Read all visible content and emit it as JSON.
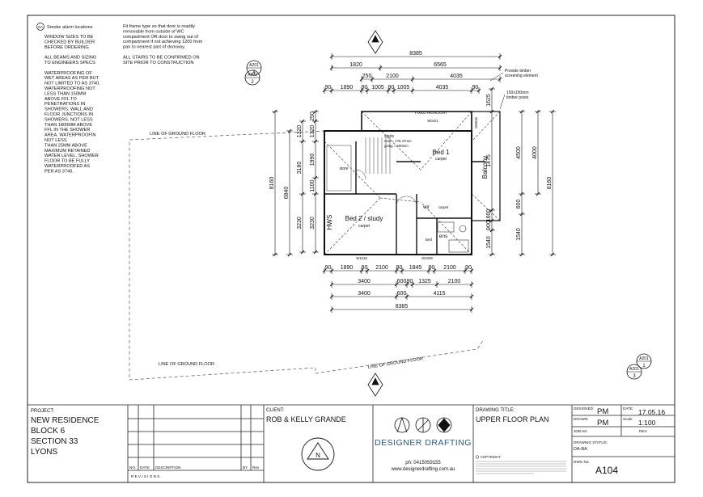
{
  "notes": {
    "smoke_alarm": "Smoke alarm locations",
    "smoke_symbol": "SA",
    "left_lines": [
      "WINDOW SIZES TO BE",
      "CHECKED BY BUILDER",
      "BEFORE ORDERING",
      "",
      "ALL BEAMS AND SIZING",
      "TO ENGINEERS SPECS",
      "",
      "WATERPROOFING OF",
      "WET AREAS AS PER BUT",
      "NOT LIMITED TO AS 3740.",
      "WATERPROOFING NOT",
      "LESS THAN 150MM",
      "ABOVE FFL TO",
      "PENETRATIONS IN",
      "SHOWERS. WALL AND",
      "FLOOR JUNCTIONS IN",
      "SHOWERS. NOT LESS",
      "THAN 1800MM ABOVE",
      "FFL IN THE SHOWER",
      "AREA. WATERPROOFIN",
      "NOT LESS",
      "THAN 25MM ABOVE",
      "MAXIMUM RETAINED",
      "WATER LEVEL. SHOWER",
      "FLOOR TO BE FULLY",
      "WATERPROOFED AS",
      "PER AS 3740."
    ],
    "right_lines": [
      "Fit frame type so that door is readily",
      "removable from outside of WC",
      "compartment OR door to swing out of",
      "compartment if not achieving 1200 from",
      "pan to nearest part of doorway.",
      "",
      "ALL STAIRS TO BE CONFIRMED ON",
      "SITE PRIOR TO CONSTRUCTION"
    ]
  },
  "plan": {
    "ground_floor_label": "LINE OF GROUND FLOOR",
    "rooms": {
      "bed1": "Bed 1",
      "bed1_floor": "carpet",
      "bed2": "Bed 2 / study",
      "bed2_floor": "carpet",
      "balcony": "Balcony",
      "store": "store",
      "hws": "HWS",
      "wir": "wir",
      "wir_floor": "carpet",
      "ens": "ens",
      "bed_small": "Bed",
      "stairs": "stairs",
      "stairs_riser": "riser = 176.47mm",
      "stairs_going": "going = 260mm"
    },
    "windows": [
      "W0421",
      "W1018",
      "W1008",
      "W0618"
    ],
    "fixed_highlight": "FIXED HIGHLIGHT",
    "timber_screen": [
      "Provide timber",
      "screening element"
    ],
    "timber_posts": [
      "150x150mm",
      "timber posts"
    ],
    "top_dims": {
      "overall": "8385",
      "row2": [
        "1820",
        "6565"
      ],
      "row3": [
        "250",
        "2100",
        "4035"
      ],
      "row4": [
        "90",
        "1890",
        "90",
        "1005",
        "90",
        "1005",
        "4035",
        "90"
      ]
    },
    "bottom_dims": {
      "row1": [
        "90",
        "1890",
        "90",
        "2100",
        "90",
        "1845",
        "90",
        "2100",
        "90"
      ],
      "row2": [
        "3400",
        "600",
        "90",
        "1325",
        "2100"
      ],
      "row3": [
        "3400",
        "600",
        "4115"
      ],
      "overall": "8385"
    },
    "left_dims": {
      "row1": [
        "250",
        "1320",
        "1990",
        "1100",
        "3230"
      ],
      "row2": [
        "1320",
        "3180",
        "3230"
      ],
      "row3": [
        "8160",
        "6840",
        "90",
        "250"
      ]
    },
    "right_dims": {
      "row1": [
        "1625",
        "1475",
        "1600",
        "900",
        "1540"
      ],
      "row2": [
        "4500",
        "600",
        "1540"
      ],
      "row3": [
        "4000",
        "8160"
      ]
    },
    "section_markers": [
      {
        "num": "2",
        "sheet": "A201"
      },
      {
        "num": "4",
        "sheet": "A201"
      },
      {
        "num": "1",
        "sheet": "A201"
      },
      {
        "num": "3",
        "sheet": "A201"
      }
    ]
  },
  "title_block": {
    "project_label": "PROJECT:",
    "project_lines": [
      "NEW RESIDENCE",
      "BLOCK 6",
      "SECTION 33",
      "LYONS"
    ],
    "revisions_headers": [
      "NO.",
      "DATE",
      "DESCRIPTION",
      "BY",
      "Rev"
    ],
    "revisions_title": "R E V I S I O N S .",
    "client_label": "CLIENT:",
    "client": "ROB & KELLY GRANDE",
    "company": "DESIGNER DRAFTING",
    "phone": "ph: 0415059155",
    "website": "www.designerdrafting.com.au",
    "copyright": "COPYRIGHT",
    "drawing_title_label": "DRAWING TITLE:",
    "drawing_title": "UPPER FLOOR PLAN",
    "designed_label": "DESIGNED:",
    "designed": "PM",
    "date_label": "DATE:",
    "date": "17.05.16",
    "drawn_label": "DRAWN:",
    "drawn": "PM",
    "scale_label": "Scale:",
    "scale": "1:100",
    "job_label": "JOB No:",
    "rev_label": "REV:",
    "status_label": "DRAWING STATUS:",
    "status": "DA-BA",
    "dwg_label": "DWG No:",
    "dwg": "A104"
  }
}
